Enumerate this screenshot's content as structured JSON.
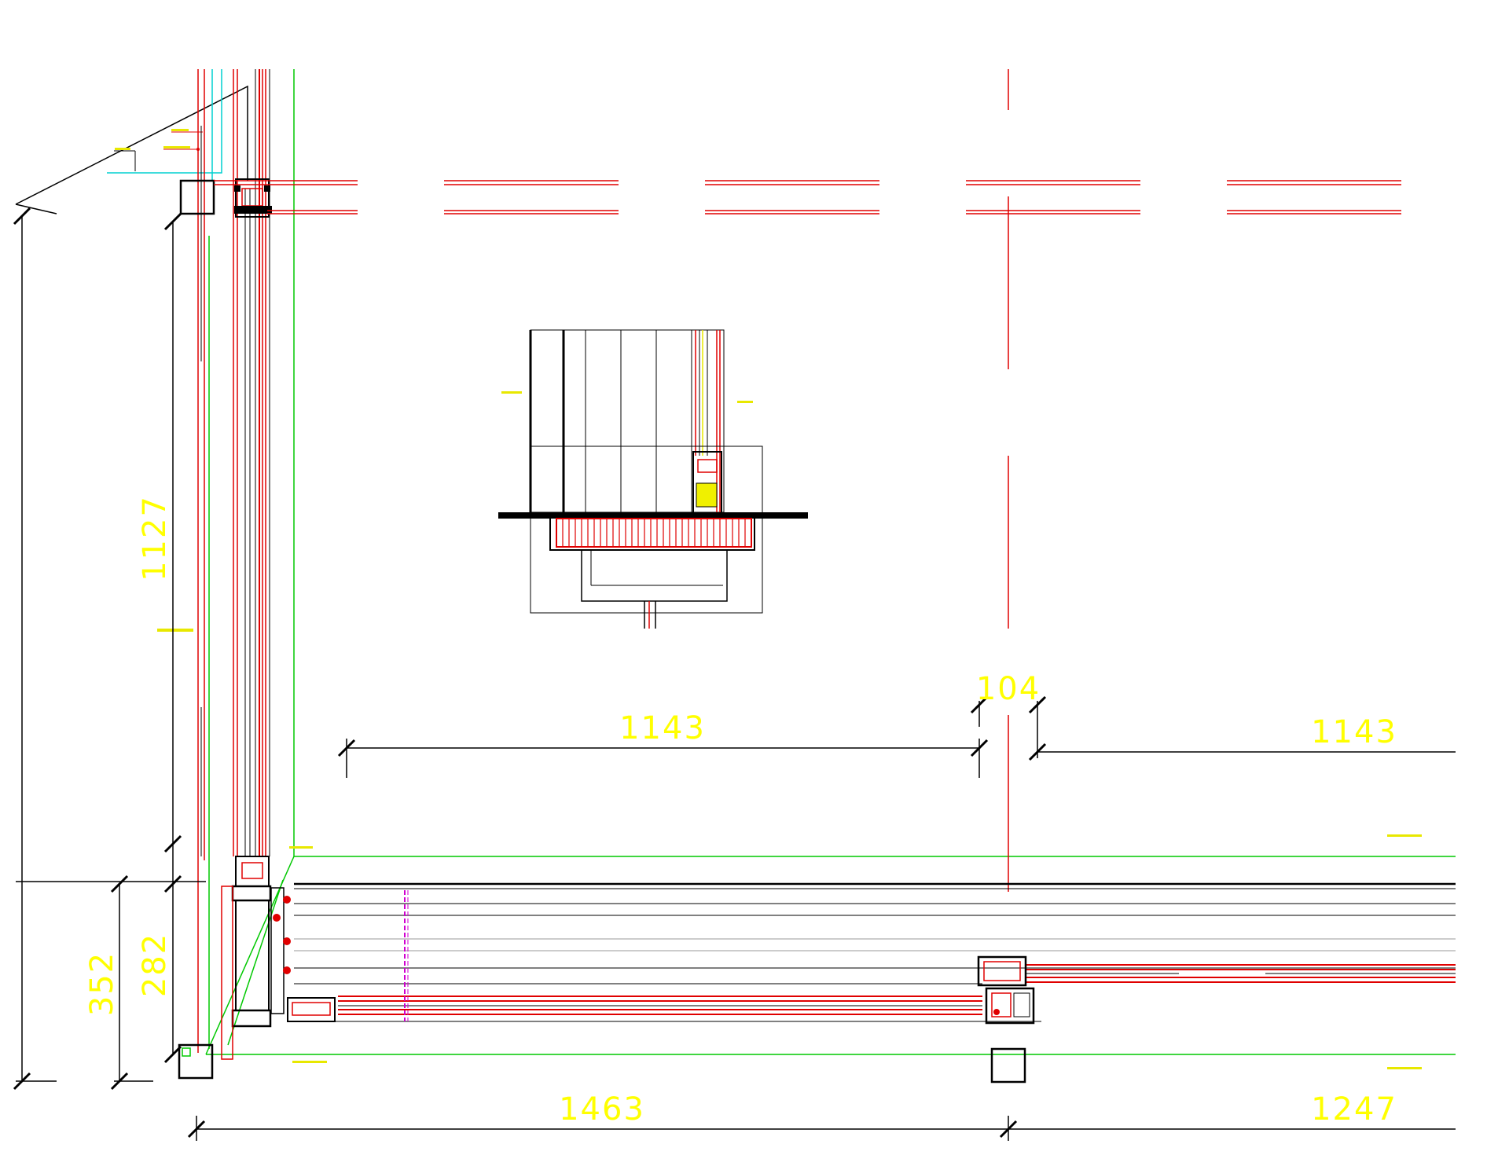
{
  "colors": {
    "background": "#ffffff",
    "outline": "#000000",
    "profile": "#e00000",
    "guide": "#00c800",
    "aux": "#00d0d0",
    "dimension_text": "#ffff00",
    "glass_marker": "#d000d0"
  },
  "dimensions": {
    "top_bay_left": "1143",
    "top_gap": "104",
    "top_bay_right": "1143",
    "bottom_left": "1463",
    "bottom_right": "1247",
    "side_upper": "1127",
    "side_lower_inner": "282",
    "side_lower_outer": "352"
  }
}
